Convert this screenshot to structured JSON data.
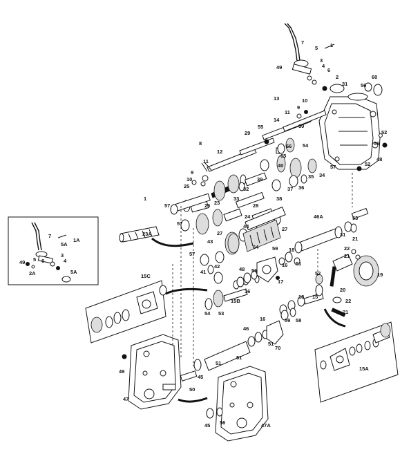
{
  "labels": {
    "l_1": "1",
    "l_2": "2",
    "l_3": "3",
    "l_4": "4",
    "l_5": "5",
    "l_6": "6",
    "l_7": "7",
    "l_8": "8",
    "l_9": "9",
    "l_10": "10",
    "l_10b": "10",
    "l_11": "11",
    "l_11b": "11",
    "l_12": "12",
    "l_13": "13",
    "l_14": "14",
    "l_15": "15",
    "l_15a": "15A",
    "l_15b": "15B",
    "l_15c": "15C",
    "l_16": "16",
    "l_17": "17",
    "l_18": "18",
    "l_18b": "18",
    "l_19": "19",
    "l_20": "20",
    "l_21": "21",
    "l_21b": "21",
    "l_22": "22",
    "l_22b": "22",
    "l_23": "23",
    "l_23a": "23A",
    "l_24": "24",
    "l_25": "25",
    "l_26": "26",
    "l_27": "27",
    "l_27b": "27",
    "l_28": "28",
    "l_29": "29",
    "l_30": "30",
    "l_31": "31",
    "l_31b": "31",
    "l_32": "32",
    "l_33": "33",
    "l_34": "34",
    "l_35": "35",
    "l_36": "36",
    "l_37": "37",
    "l_38": "38",
    "l_39": "39",
    "l_40": "40",
    "l_41": "41",
    "l_42": "42",
    "l_43": "43",
    "l_44": "44",
    "l_45": "45",
    "l_45b": "45",
    "l_46": "46",
    "l_46a": "46A",
    "l_47": "47",
    "l_47a": "47A",
    "l_48": "48",
    "l_49": "49",
    "l_50": "50",
    "l_51": "51",
    "l_51b": "51",
    "l_52": "52",
    "l_52b": "52",
    "l_53": "53",
    "l_54": "54",
    "l_54b": "54",
    "l_55": "55",
    "l_56": "56",
    "l_56b": "56",
    "l_57": "57",
    "l_57b": "57",
    "l_57c": "57",
    "l_57d": "57",
    "l_58": "58",
    "l_59": "59",
    "l_60": "60",
    "l_64": "64",
    "l_65": "65",
    "l_66": "66",
    "l_70": "70",
    "l_ins_1a": "1A",
    "l_ins_7": "7",
    "l_ins_5a": "5A",
    "l_ins_3": "3",
    "l_ins_4": "4",
    "l_ins_2a": "2A",
    "l_ins_49": "49",
    "l_ins_5": "5",
    "l_ins_6": "6"
  },
  "colors": {
    "ink": "#111111",
    "paper": "#ffffff"
  }
}
